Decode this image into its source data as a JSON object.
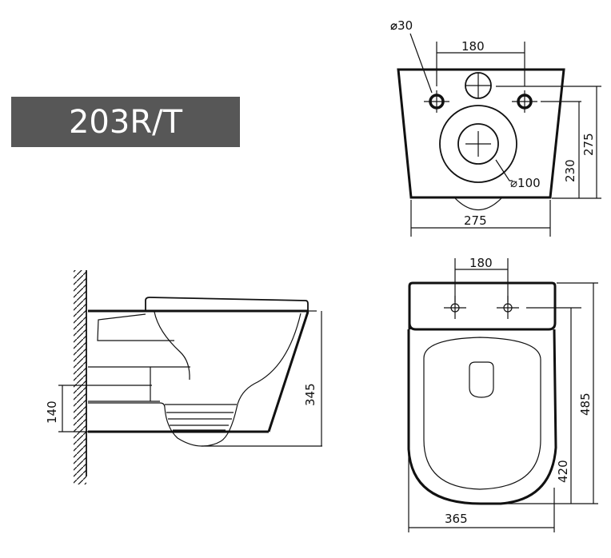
{
  "model": {
    "label": "203R/T"
  },
  "views": {
    "rear_view": {
      "hole_diameter": "30",
      "hole_diameter_symbol": "⌀",
      "hole_spacing": "180",
      "outlet_diameter": "⌀100",
      "bottom_width": "275",
      "height_outlet": "230",
      "height_total": "275"
    },
    "side_view": {
      "wall_offset_height": "140",
      "total_height": "345"
    },
    "top_view": {
      "hole_spacing": "180",
      "total_depth": "485",
      "bowl_depth": "420",
      "width": "365"
    }
  },
  "colors": {
    "badge_bg": "#575757",
    "badge_text": "#ffffff",
    "line": "#111111"
  }
}
